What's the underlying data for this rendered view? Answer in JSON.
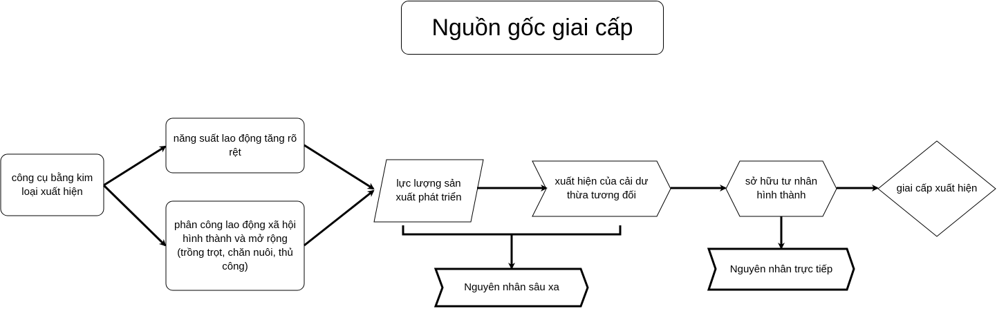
{
  "title": "Nguồn gốc giai cấp",
  "nodes": {
    "metal_tools": "công cụ bằng kim loại xuất hiện",
    "productivity": "năng suất lao động tăng rõ rệt",
    "division_of_labor": "phân công lao động xã hội hình thành và mở rộng (trồng trọt, chăn nuôi, thủ công)",
    "productive_forces": "lực lượng sản xuất phát triển",
    "surplus": "xuất hiện của cải dư thừa tương đối",
    "private_ownership": "sở hữu tư nhân hình thành",
    "classes_appear": "giai cấp xuất hiện",
    "deep_cause": "Nguyên nhân sâu xa",
    "direct_cause": "Nguyên nhân trực tiếp"
  },
  "colors": {
    "stroke": "#000000",
    "fill": "#ffffff"
  }
}
